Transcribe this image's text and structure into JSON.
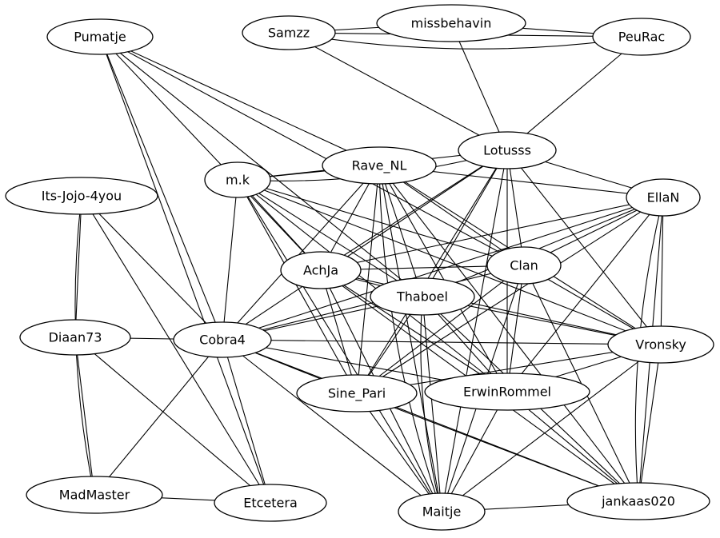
{
  "graph": {
    "nodes": [
      {
        "id": "Pumatje",
        "label": "Pumatje"
      },
      {
        "id": "Samzz",
        "label": "Samzz"
      },
      {
        "id": "missbehavin",
        "label": "missbehavin"
      },
      {
        "id": "PeuRac",
        "label": "PeuRac"
      },
      {
        "id": "Lotusss",
        "label": "Lotusss"
      },
      {
        "id": "Rave_NL",
        "label": "Rave_NL"
      },
      {
        "id": "mk",
        "label": "m.k"
      },
      {
        "id": "EllaN",
        "label": "EllaN"
      },
      {
        "id": "ItsJojo",
        "label": "Its-Jojo-4you"
      },
      {
        "id": "AchJa",
        "label": "AchJa"
      },
      {
        "id": "Clan",
        "label": "Clan"
      },
      {
        "id": "Thaboel",
        "label": "Thaboel"
      },
      {
        "id": "Diaan73",
        "label": "Diaan73"
      },
      {
        "id": "Cobra4",
        "label": "Cobra4"
      },
      {
        "id": "Vronsky",
        "label": "Vronsky"
      },
      {
        "id": "SinePari",
        "label": "Sine_Pari"
      },
      {
        "id": "ErwinRommel",
        "label": "ErwinRommel"
      },
      {
        "id": "MadMaster",
        "label": "MadMaster"
      },
      {
        "id": "Etcetera",
        "label": "Etcetera"
      },
      {
        "id": "Maitje",
        "label": "Maitje"
      },
      {
        "id": "jankaas020",
        "label": "jankaas020"
      }
    ],
    "edges": [
      [
        "Samzz",
        "missbehavin"
      ],
      [
        "Samzz",
        "PeuRac"
      ],
      [
        "missbehavin",
        "PeuRac"
      ],
      [
        "Samzz",
        "Lotusss"
      ],
      [
        "missbehavin",
        "Lotusss"
      ],
      [
        "PeuRac",
        "Lotusss"
      ],
      [
        "Pumatje",
        "Rave_NL"
      ],
      [
        "Pumatje",
        "Cobra4"
      ],
      [
        "Pumatje",
        "AchJa"
      ],
      [
        "Pumatje",
        "Clan"
      ],
      [
        "Pumatje",
        "Thaboel"
      ],
      [
        "Pumatje",
        "Etcetera"
      ],
      [
        "mk",
        "Rave_NL"
      ],
      [
        "mk",
        "Lotusss"
      ],
      [
        "mk",
        "Clan"
      ],
      [
        "mk",
        "Thaboel"
      ],
      [
        "mk",
        "AchJa"
      ],
      [
        "mk",
        "Cobra4"
      ],
      [
        "mk",
        "SinePari"
      ],
      [
        "mk",
        "Maitje"
      ],
      [
        "mk",
        "ErwinRommel"
      ],
      [
        "mk",
        "Vronsky"
      ],
      [
        "Rave_NL",
        "EllaN"
      ],
      [
        "Rave_NL",
        "AchJa"
      ],
      [
        "Rave_NL",
        "Thaboel"
      ],
      [
        "Rave_NL",
        "Clan"
      ],
      [
        "Rave_NL",
        "Cobra4"
      ],
      [
        "Rave_NL",
        "SinePari"
      ],
      [
        "Rave_NL",
        "ErwinRommel"
      ],
      [
        "Rave_NL",
        "Vronsky"
      ],
      [
        "Rave_NL",
        "jankaas020"
      ],
      [
        "Rave_NL",
        "Maitje"
      ],
      [
        "Lotusss",
        "EllaN"
      ],
      [
        "Lotusss",
        "Clan"
      ],
      [
        "Lotusss",
        "AchJa"
      ],
      [
        "Lotusss",
        "Thaboel"
      ],
      [
        "Lotusss",
        "Cobra4"
      ],
      [
        "Lotusss",
        "SinePari"
      ],
      [
        "Lotusss",
        "ErwinRommel"
      ],
      [
        "Lotusss",
        "Vronsky"
      ],
      [
        "Lotusss",
        "Maitje"
      ],
      [
        "EllaN",
        "AchJa"
      ],
      [
        "EllaN",
        "Thaboel"
      ],
      [
        "EllaN",
        "Cobra4"
      ],
      [
        "EllaN",
        "Vronsky"
      ],
      [
        "EllaN",
        "ErwinRommel"
      ],
      [
        "EllaN",
        "SinePari"
      ],
      [
        "EllaN",
        "jankaas020"
      ],
      [
        "EllaN",
        "Clan"
      ],
      [
        "ItsJojo",
        "Diaan73"
      ],
      [
        "ItsJojo",
        "Cobra4"
      ],
      [
        "ItsJojo",
        "Etcetera"
      ],
      [
        "Diaan73",
        "Cobra4"
      ],
      [
        "Diaan73",
        "MadMaster"
      ],
      [
        "Diaan73",
        "Etcetera"
      ],
      [
        "MadMaster",
        "Etcetera"
      ],
      [
        "MadMaster",
        "Cobra4"
      ],
      [
        "AchJa",
        "Clan"
      ],
      [
        "AchJa",
        "Thaboel"
      ],
      [
        "AchJa",
        "Vronsky"
      ],
      [
        "AchJa",
        "SinePari"
      ],
      [
        "AchJa",
        "ErwinRommel"
      ],
      [
        "AchJa",
        "jankaas020"
      ],
      [
        "AchJa",
        "Maitje"
      ],
      [
        "Clan",
        "Cobra4"
      ],
      [
        "Clan",
        "SinePari"
      ],
      [
        "Clan",
        "Vronsky"
      ],
      [
        "Clan",
        "ErwinRommel"
      ],
      [
        "Clan",
        "jankaas020"
      ],
      [
        "Clan",
        "Maitje"
      ],
      [
        "Thaboel",
        "Cobra4"
      ],
      [
        "Thaboel",
        "Vronsky"
      ],
      [
        "Thaboel",
        "SinePari"
      ],
      [
        "Thaboel",
        "ErwinRommel"
      ],
      [
        "Thaboel",
        "jankaas020"
      ],
      [
        "Thaboel",
        "Maitje"
      ],
      [
        "Cobra4",
        "Vronsky"
      ],
      [
        "Cobra4",
        "SinePari"
      ],
      [
        "Cobra4",
        "ErwinRommel"
      ],
      [
        "Cobra4",
        "Etcetera"
      ],
      [
        "Cobra4",
        "Maitje"
      ],
      [
        "Cobra4",
        "jankaas020"
      ],
      [
        "Vronsky",
        "SinePari"
      ],
      [
        "Vronsky",
        "ErwinRommel"
      ],
      [
        "Vronsky",
        "jankaas020"
      ],
      [
        "Vronsky",
        "Maitje"
      ],
      [
        "SinePari",
        "Maitje"
      ],
      [
        "SinePari",
        "jankaas020"
      ],
      [
        "ErwinRommel",
        "Maitje"
      ],
      [
        "ErwinRommel",
        "jankaas020"
      ],
      [
        "Maitje",
        "jankaas020"
      ]
    ],
    "curved_edges": [
      [
        "ItsJojo",
        "MadMaster"
      ],
      [
        "Samzz",
        "PeuRac"
      ],
      [
        "mk",
        "Lotusss"
      ],
      [
        "Rave_NL",
        "Maitje"
      ],
      [
        "EllaN",
        "jankaas020"
      ],
      [
        "Thaboel",
        "Maitje"
      ]
    ]
  }
}
